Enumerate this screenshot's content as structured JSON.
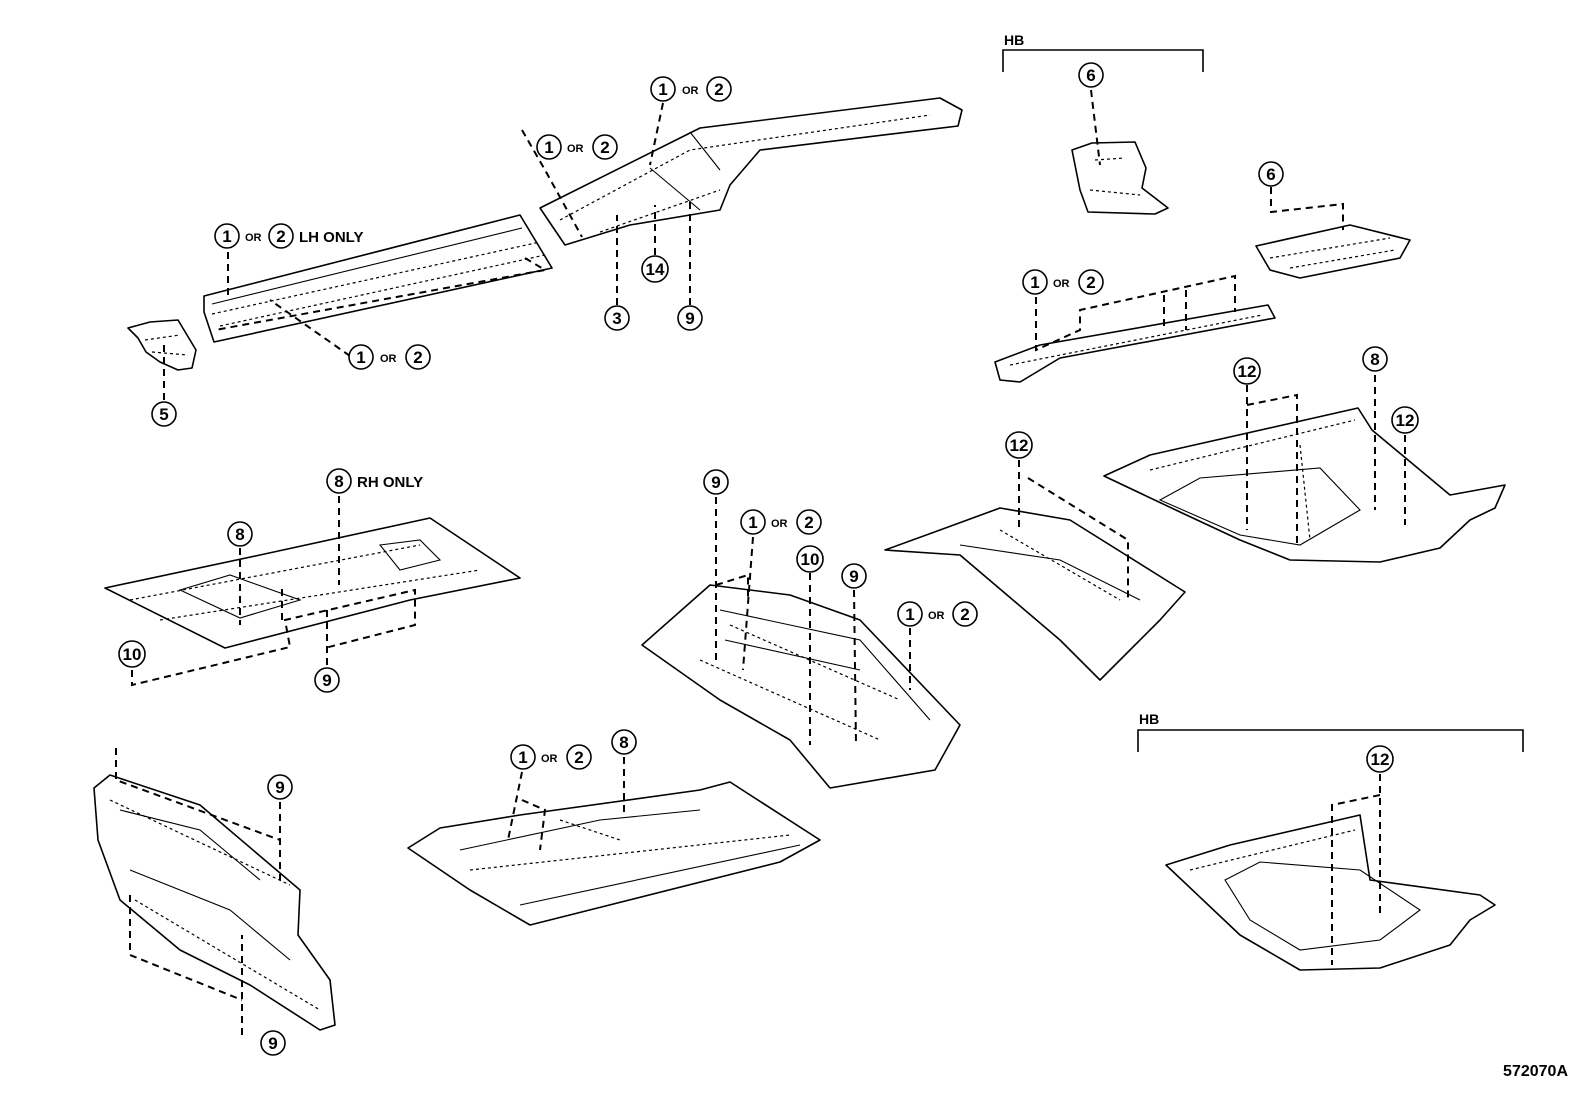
{
  "group_labels": {
    "hb_top": "HB",
    "hb_bottom": "HB"
  },
  "or_label": "OR",
  "notes": {
    "lh_only": "LH ONLY",
    "rh_only": "RH ONLY"
  },
  "callouts": {
    "c1": "1",
    "c2": "2",
    "c3": "3",
    "c5": "5",
    "c6": "6",
    "c8": "8",
    "c9": "9",
    "c10": "10",
    "c12": "12",
    "c14": "14"
  },
  "reference_code": "572070A"
}
